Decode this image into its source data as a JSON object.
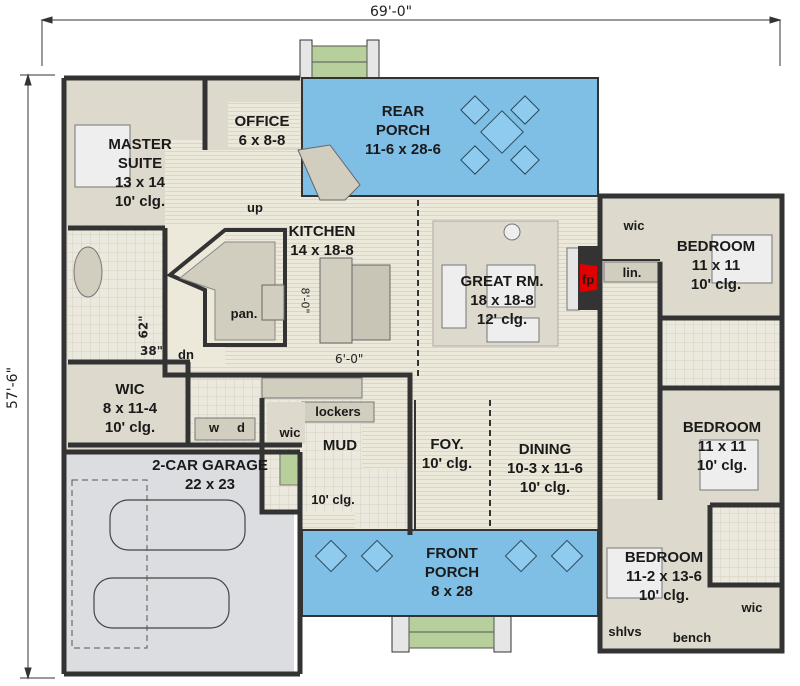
{
  "dimensions": {
    "overall_width": "69'-0\"",
    "overall_depth": "57'-6\"",
    "island_length": "8'-0\"",
    "island_width": "6'-0\"",
    "shower_62": "62\"",
    "shower_38": "38\""
  },
  "colors": {
    "wall": "#333333",
    "floor": "#ddd9cc",
    "wood": "#ece8da",
    "porch": "#7fbfe6",
    "step": "#b7cf9a",
    "garage": "#dcdde0",
    "fireplace": "#e00000",
    "tile": "#ebe8de"
  },
  "rooms": {
    "master": {
      "name": "MASTER",
      "name2": "SUITE",
      "size": "13 x 14",
      "ceiling": "10' clg."
    },
    "office": {
      "name": "OFFICE",
      "size": "6 x 8-8"
    },
    "rear_porch": {
      "name": "REAR",
      "name2": "PORCH",
      "size": "11-6 x 28-6"
    },
    "kitchen": {
      "name": "KITCHEN",
      "size": "14 x 18-8"
    },
    "great_room": {
      "name": "GREAT RM.",
      "size": "18 x 18-8",
      "ceiling": "12' clg."
    },
    "bedroom1": {
      "name": "BEDROOM",
      "size": "11 x 11",
      "ceiling": "10' clg."
    },
    "bedroom2": {
      "name": "BEDROOM",
      "size": "11 x 11",
      "ceiling": "10' clg."
    },
    "bedroom3": {
      "name": "BEDROOM",
      "size": "11-2 x 13-6",
      "ceiling": "10' clg."
    },
    "wic_master": {
      "name": "WIC",
      "size": "8 x 11-4",
      "ceiling": "10' clg."
    },
    "garage": {
      "name": "2-CAR GARAGE",
      "size": "22 x 23"
    },
    "mud": {
      "name": "MUD",
      "ceiling": "10' clg."
    },
    "foyer": {
      "name": "FOY.",
      "ceiling": "10' clg."
    },
    "dining": {
      "name": "DINING",
      "size": "10-3 x 11-6",
      "ceiling": "10' clg."
    },
    "front_porch": {
      "name": "FRONT",
      "name2": "PORCH",
      "size": "8 x 28"
    }
  },
  "small_labels": {
    "up": "up",
    "dn": "dn",
    "pantry": "pan.",
    "wic_bed1": "wic",
    "linen": "lin.",
    "fireplace": "fp",
    "washer": "w",
    "dryer": "d",
    "lockers": "lockers",
    "wic_mud": "wic",
    "wic_bed3": "wic",
    "shelves": "shlvs",
    "bench": "bench"
  }
}
